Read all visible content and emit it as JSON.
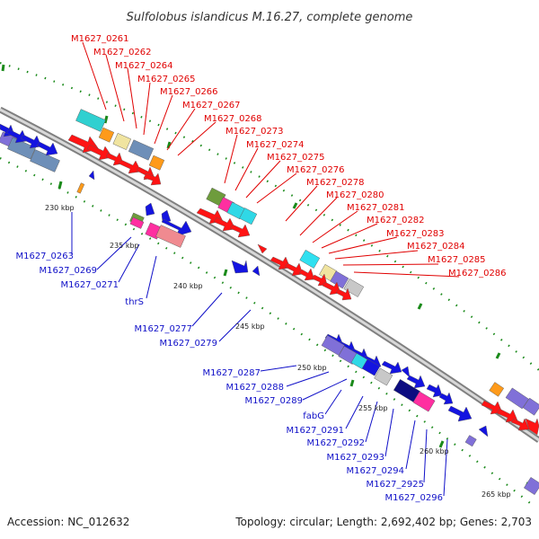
{
  "title": "Sulfolobus islandicus M.16.27, complete genome",
  "footer": {
    "accession": "Accession: NC_012632",
    "topology": "Topology: circular; Length: 2,692,402 bp; Genes: 2,703"
  },
  "colors": {
    "top_labels": "#e00000",
    "bottom_labels": "#1010c8",
    "ticks": "#1a8a1a"
  },
  "kbp_ticks": [
    "230 kbp",
    "235 kbp",
    "240 kbp",
    "245 kbp",
    "250 kbp",
    "255 kbp",
    "260 kbp",
    "265 kbp"
  ],
  "top_labels": [
    "M1627_0261",
    "M1627_0262",
    "M1627_0264",
    "M1627_0265",
    "M1627_0266",
    "M1627_0267",
    "M1627_0268",
    "M1627_0273",
    "M1627_0274",
    "M1627_0275",
    "M1627_0276",
    "M1627_0278",
    "M1627_0280",
    "M1627_0281",
    "M1627_0282",
    "M1627_0283",
    "M1627_0284",
    "M1627_0285",
    "M1627_0286"
  ],
  "bottom_labels": [
    "M1627_0263",
    "M1627_0269",
    "M1627_0271",
    "thrS",
    "M1627_0277",
    "M1627_0279",
    "M1627_0287",
    "M1627_0288",
    "M1627_0289",
    "fabG",
    "M1627_0291",
    "M1627_0292",
    "M1627_0293",
    "M1627_0294",
    "M1627_2925",
    "M1627_0296"
  ]
}
